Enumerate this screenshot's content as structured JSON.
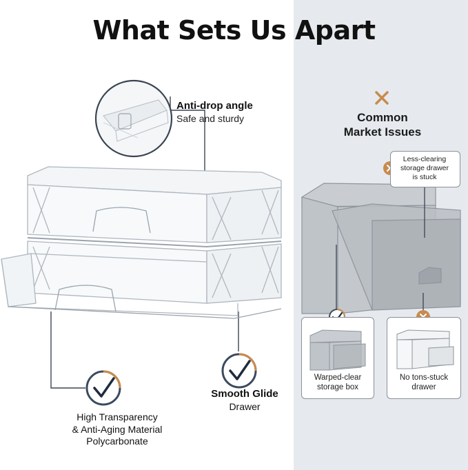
{
  "title": "What Sets Us Apart",
  "features": {
    "anti_drop": {
      "heading": "Anti-drop angle",
      "subtitle": "Safe and sturdy"
    },
    "smooth_glide": {
      "heading": "Smooth Glide",
      "subtitle": "Drawer"
    },
    "transparency": {
      "line1": "High Transparency",
      "line2": "& Anti-Aging Material",
      "line3": "Polycarbonate"
    }
  },
  "market": {
    "heading_line1": "Common",
    "heading_line2": "Market Issues",
    "callout": {
      "line1": "Less-clearing",
      "line2": "storage drawer",
      "line3": "is stuck"
    },
    "cards": [
      {
        "line1": "Warped-clear",
        "line2": "storage box"
      },
      {
        "line1": "No tons-stuck",
        "line2": "drawer"
      }
    ]
  },
  "colors": {
    "accent": "#c98a4e",
    "check_ring": "#3b4a5e",
    "panel": "#e6eaee",
    "line": "#3b4452"
  }
}
